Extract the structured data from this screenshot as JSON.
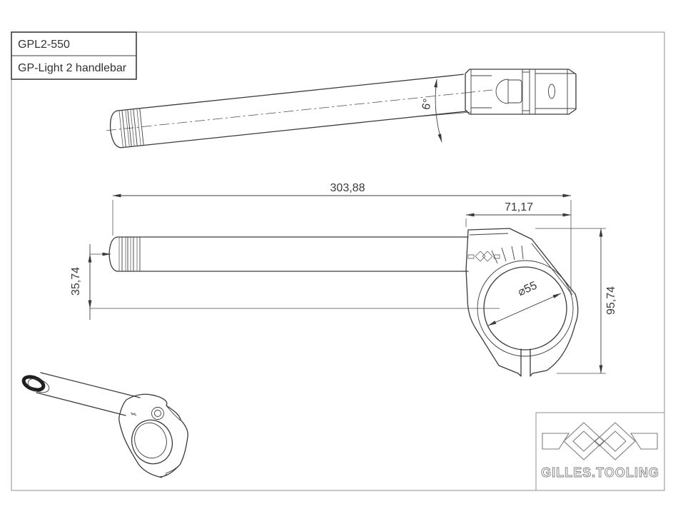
{
  "title_block": {
    "part_number": "GPL2-550",
    "part_name": "GP-Light 2 handlebar"
  },
  "dims": {
    "overall_length": "303,88",
    "clamp_width": "71,17",
    "drop": "35,74",
    "height": "95,74",
    "bore": "⌀55",
    "angle": "6°"
  },
  "logo": {
    "brand": "GILLES.TOOLING"
  },
  "colors": {
    "line": "#3a3a3a",
    "thin_line": "#4a4a4a",
    "frame": "#8f8f8f",
    "background": "#ffffff"
  }
}
